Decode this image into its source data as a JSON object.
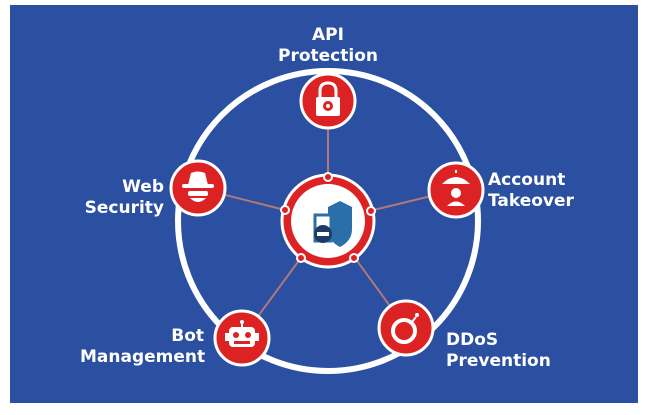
{
  "colors": {
    "background": "#2b4fa1",
    "node_red": "#dc2222",
    "node_border": "#ffffff",
    "ring": "#ffffff",
    "connector": "#b07878",
    "hub_inner": "#ffffff",
    "hub_icon": "#2b6fa8"
  },
  "hub": {
    "icon": "shield-person-icon"
  },
  "nodes": [
    {
      "id": "api",
      "icon": "padlock-gear-icon",
      "label_lines": [
        "API",
        "Protection"
      ]
    },
    {
      "id": "account",
      "icon": "umbrella-user-icon",
      "label_lines": [
        "Account",
        "Takeover"
      ]
    },
    {
      "id": "ddos",
      "icon": "bomb-ring-icon",
      "label_lines": [
        "DDoS",
        "Prevention"
      ]
    },
    {
      "id": "bot",
      "icon": "robot-icon",
      "label_lines": [
        "Bot",
        "Management"
      ]
    },
    {
      "id": "web",
      "icon": "hacker-hat-icon",
      "label_lines": [
        "Web",
        "Security"
      ]
    }
  ]
}
